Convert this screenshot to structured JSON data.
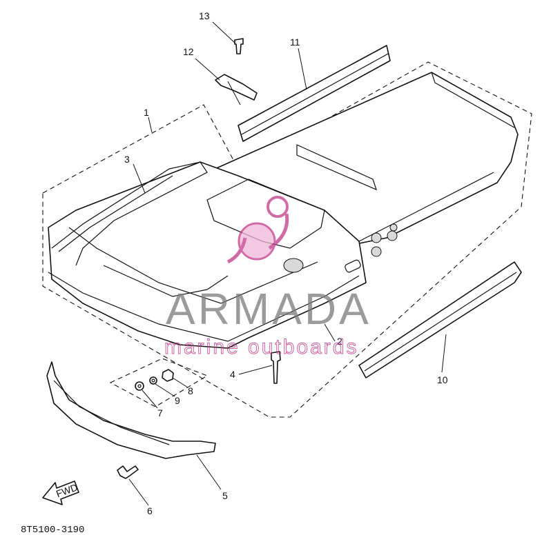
{
  "diagram": {
    "part_code": "8T5100-3190",
    "fwd_label": "FWD",
    "callouts": {
      "c1": "1",
      "c2": "2",
      "c3": "3",
      "c4": "4",
      "c5": "5",
      "c6": "6",
      "c7": "7",
      "c8": "8",
      "c9": "9",
      "c10": "10",
      "c11": "11",
      "c12": "12",
      "c13": "13"
    }
  },
  "watermark": {
    "brand": "ARMADA",
    "tagline": "marine outboards",
    "color": "#c23a8a"
  }
}
